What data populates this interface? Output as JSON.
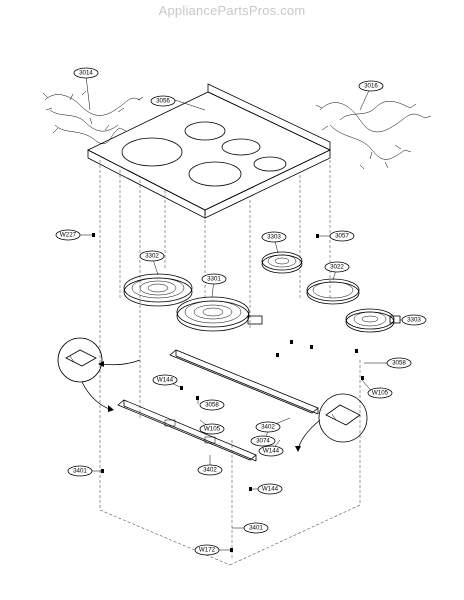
{
  "watermark": "AppliancePartsPros.com",
  "parts": {
    "p3014": "3014",
    "p3016": "3016",
    "p3056": "3056",
    "pW227": "W227",
    "p3057": "3057",
    "p3303a": "3303",
    "p3302": "3302",
    "p3301": "3301",
    "p3022": "3022",
    "p3303b": "3303",
    "p3058a": "3058",
    "pW144a": "W144",
    "p3058b": "3058",
    "pW105a": "W105",
    "pW105b": "W105",
    "p3402a": "3402",
    "p3074": "3074",
    "pW144b": "W144",
    "p3401a": "3401",
    "p3402b": "3402",
    "pW144c": "W144",
    "p3401b": "3401",
    "pW172": "W172"
  }
}
